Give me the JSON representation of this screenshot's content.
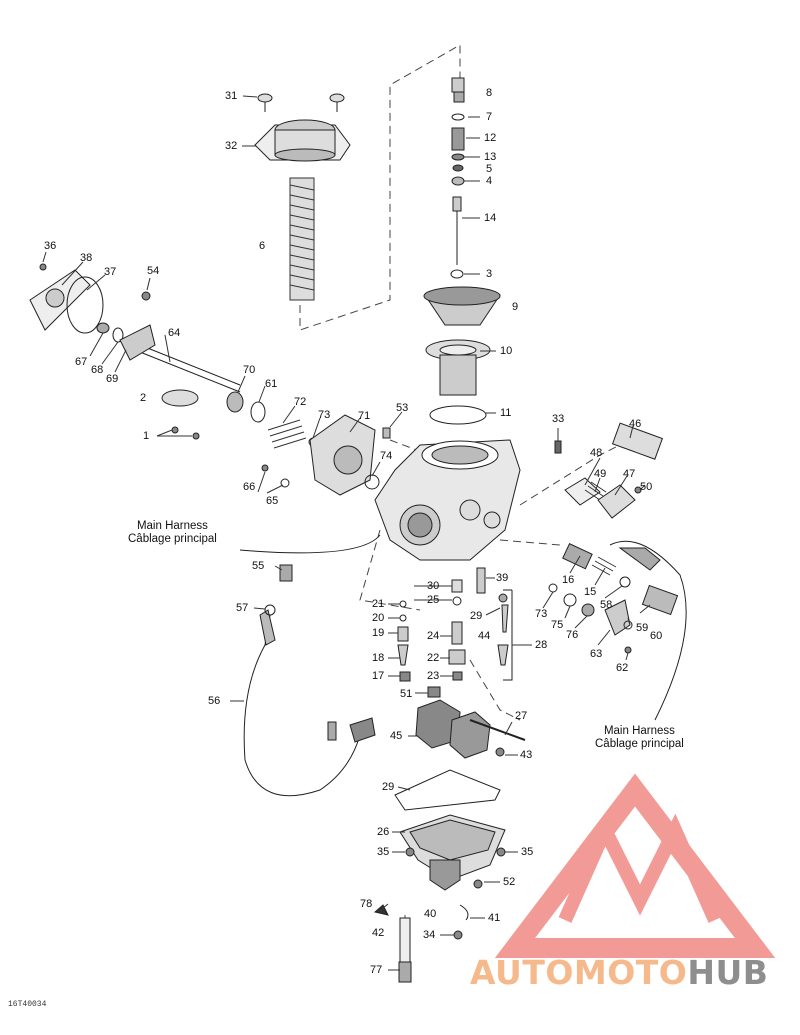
{
  "diagram": {
    "code": "16T40034",
    "harness_top": {
      "line1": "Main Harness",
      "line2": "Câblage principal"
    },
    "harness_right": {
      "line1": "Main Harness",
      "line2": "Câblage principal"
    },
    "callouts": {
      "c1": "1",
      "c2": "2",
      "c3": "3",
      "c4": "4",
      "c5": "5",
      "c6": "6",
      "c7": "7",
      "c8": "8",
      "c9": "9",
      "c10": "10",
      "c11": "11",
      "c12": "12",
      "c13": "13",
      "c14": "14",
      "c15": "15",
      "c16": "16",
      "c17": "17",
      "c18": "18",
      "c19": "19",
      "c20": "20",
      "c21": "21",
      "c22": "22",
      "c23": "23",
      "c24": "24",
      "c25": "25",
      "c26": "26",
      "c27": "27",
      "c28": "28",
      "c29a": "29",
      "c29b": "29",
      "c30": "30",
      "c31": "31",
      "c32": "32",
      "c33": "33",
      "c34": "34",
      "c35a": "35",
      "c35b": "35",
      "c36": "36",
      "c37": "37",
      "c38": "38",
      "c39": "39",
      "c40": "40",
      "c41": "41",
      "c42": "42",
      "c43": "43",
      "c44": "44",
      "c45": "45",
      "c46": "46",
      "c47": "47",
      "c48": "48",
      "c49": "49",
      "c50": "50",
      "c51": "51",
      "c52": "52",
      "c53": "53",
      "c54": "54",
      "c55": "55",
      "c56": "56",
      "c57": "57",
      "c58": "58",
      "c59": "59",
      "c60": "60",
      "c61": "61",
      "c62": "62",
      "c63": "63",
      "c64": "64",
      "c65": "65",
      "c66": "66",
      "c67": "67",
      "c68": "68",
      "c69": "69",
      "c70": "70",
      "c71": "71",
      "c72": "72",
      "c73a": "73",
      "c73b": "73",
      "c74": "74",
      "c75": "75",
      "c76": "76",
      "c77": "77",
      "c78": "78"
    }
  },
  "watermark": {
    "part1": "AUTOMOTO",
    "part2": "HUB",
    "color_logo": "#f08a84",
    "color_text1": "#f5b98c",
    "color_text2": "#8e8e8e"
  }
}
